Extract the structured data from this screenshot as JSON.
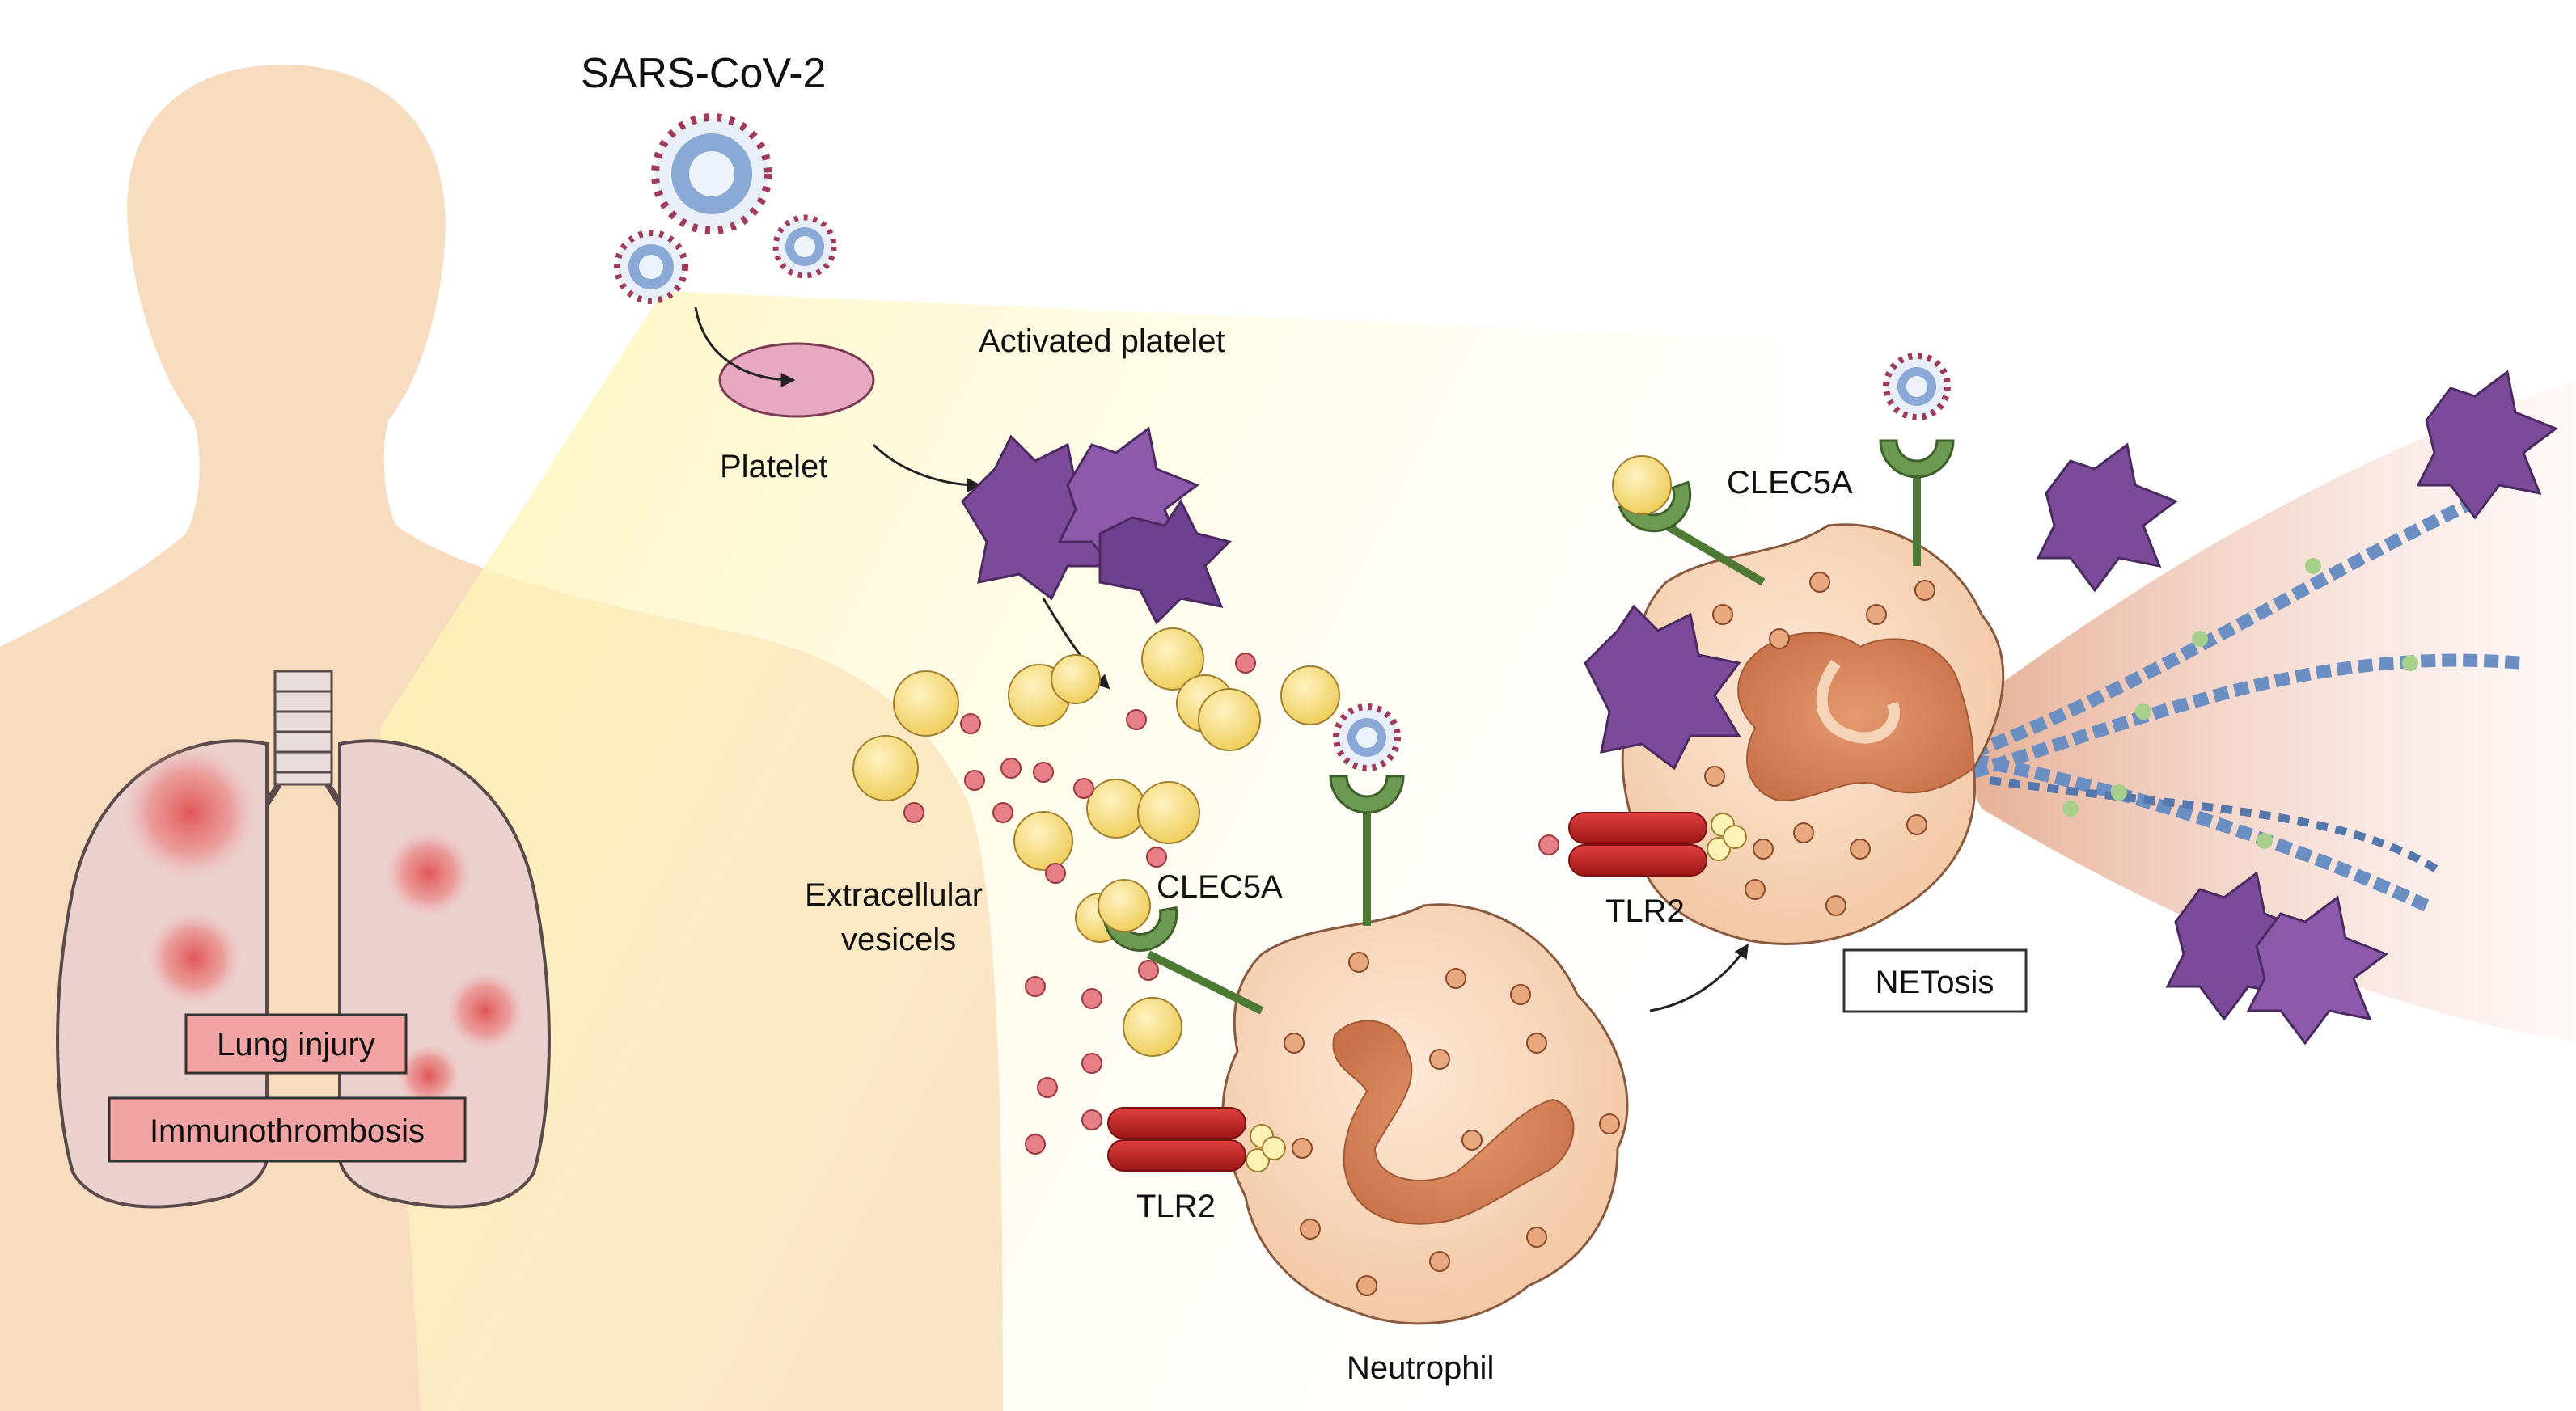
{
  "title": "SARS-CoV-2",
  "labels": {
    "platelet": "Platelet",
    "activated_platelet": "Activated platelet",
    "extracellular_vesicles_line1": "Extracellular",
    "extracellular_vesicles_line2": "vesicels",
    "clec5a_left": "CLEC5A",
    "tlr2_left": "TLR2",
    "neutrophil": "Neutrophil",
    "clec5a_right": "CLEC5A",
    "tlr2_right": "TLR2",
    "netosis": "NETosis",
    "lung_injury": "Lung injury",
    "immunothrombosis": "Immunothrombosis"
  },
  "colors": {
    "skin": "#f8dcc0",
    "lung": "#ecd2cf",
    "lung_lesion": "#e15a5a",
    "platelet": "#e7a9c0",
    "activated_platelet": "#7b4b9a",
    "vesicle": "#f3d97a",
    "small_vesicle": "#e77f86",
    "receptor_green": "#6d9a52",
    "tlr2_red": "#c22a2a",
    "neutrophil": "#f6d4b8",
    "nucleus": "#d9875a",
    "dna": "#6b8fc2",
    "label_box": "#f2a3a3"
  }
}
